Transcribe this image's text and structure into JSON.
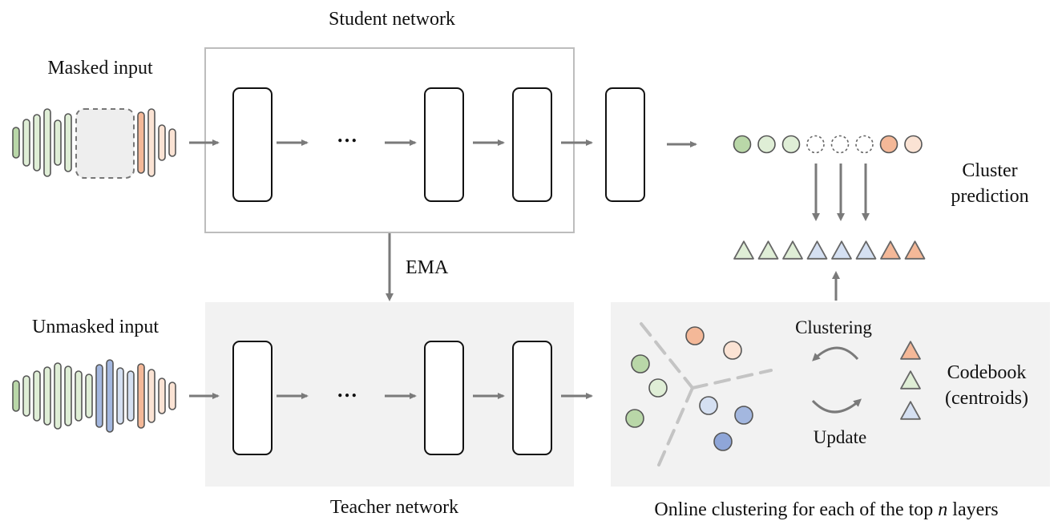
{
  "labels": {
    "student_network": "Student network",
    "teacher_network": "Teacher network",
    "masked_input": "Masked input",
    "unmasked_input": "Unmasked input",
    "ema": "EMA",
    "cluster_prediction_line1": "Cluster",
    "cluster_prediction_line2": "prediction",
    "clustering": "Clustering",
    "update": "Update",
    "codebook_line1": "Codebook",
    "codebook_line2": "(centroids)",
    "online_clustering_prefix": "Online clustering for each of the top ",
    "online_clustering_var": "n",
    "online_clustering_suffix": " layers",
    "ellipsis": "…"
  },
  "colors": {
    "green": "#b9d7a8",
    "green_light": "#dfeed6",
    "orange": "#f4b898",
    "orange_light": "#fbe3d4",
    "blue": "#a3b7df",
    "blue_light": "#d5e0f2",
    "mask_fill": "#eeeeee",
    "panel_fill": "#f2f2f2",
    "arrow": "#7a7a7a",
    "stroke": "#555555"
  },
  "cluster_prediction_circles": [
    "green",
    "green_light",
    "green_light",
    "masked",
    "masked",
    "masked",
    "orange",
    "orange_light"
  ],
  "target_triangles": [
    "green_light",
    "green_light",
    "green_light",
    "blue_light",
    "blue_light",
    "blue_light",
    "orange",
    "orange"
  ],
  "codebook_triangles": [
    "orange",
    "green_light",
    "blue_light"
  ],
  "icons": {
    "clustering_cycle": "circular-arrows-icon"
  }
}
